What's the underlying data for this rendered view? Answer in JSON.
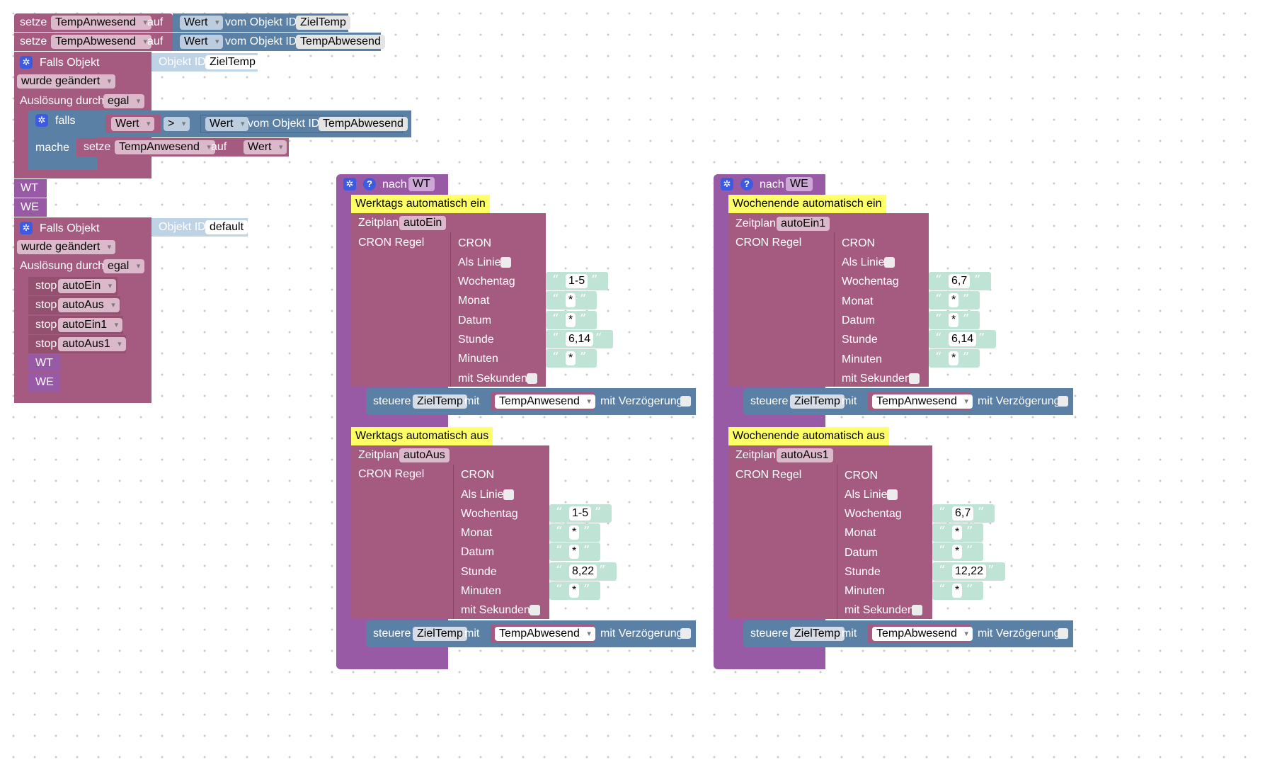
{
  "common": {
    "setze": "setze",
    "auf": "auf",
    "wert": "Wert",
    "vom_objekt_id": "vom Objekt ID",
    "falls_objekt": "Falls Objekt",
    "objekt_id": "Objekt ID",
    "wurde_geaendert": "wurde geändert",
    "ausloesung_durch": "Auslösung durch",
    "egal": "egal",
    "falls": "falls",
    "mache": "mache",
    "gt": ">",
    "stop": "stop",
    "nach": "nach",
    "zeitplan": "Zeitplan",
    "cron_regel": "CRON Regel",
    "cron": "CRON",
    "als_linie": "Als Linie",
    "wochentag": "Wochentag",
    "monat": "Monat",
    "datum": "Datum",
    "stunde": "Stunde",
    "minuten": "Minuten",
    "mit_sekunden": "mit Sekunden",
    "steuere": "steuere",
    "mit": "mit",
    "mit_verzoegerung": "mit Verzögerung",
    "star": "*"
  },
  "left": {
    "set1": {
      "var": "TempAnwesend",
      "obj": "ZielTemp"
    },
    "set2": {
      "var": "TempAbwesend",
      "obj": "TempAbwesend"
    },
    "trigger1": {
      "obj": "ZielTemp"
    },
    "if": {
      "obj": "TempAbwesend",
      "set_var": "TempAnwesend"
    },
    "labels": {
      "wt": "WT",
      "we": "WE"
    },
    "trigger2": {
      "obj": "default"
    },
    "stops": [
      "autoEin",
      "autoAus",
      "autoEin1",
      "autoAus1"
    ]
  },
  "wt": {
    "proc": "WT",
    "on": {
      "title": "Werktags automatisch ein",
      "schedule": "autoEin",
      "wochentag": "1-5",
      "stunde": "6,14",
      "target": "ZielTemp",
      "value": "TempAnwesend"
    },
    "off": {
      "title": "Werktags automatisch aus",
      "schedule": "autoAus",
      "wochentag": "1-5",
      "stunde": "8,22",
      "target": "ZielTemp",
      "value": "TempAbwesend"
    }
  },
  "we": {
    "proc": "WE",
    "on": {
      "title": "Wochenende automatisch ein",
      "schedule": "autoEin1",
      "wochentag": "6,7",
      "stunde": "6,14",
      "target": "ZielTemp",
      "value": "TempAnwesend"
    },
    "off": {
      "title": "Wochenende automatisch aus",
      "schedule": "autoAus1",
      "wochentag": "6,7",
      "stunde": "12,22",
      "target": "ZielTemp",
      "value": "TempAbwesend"
    }
  }
}
